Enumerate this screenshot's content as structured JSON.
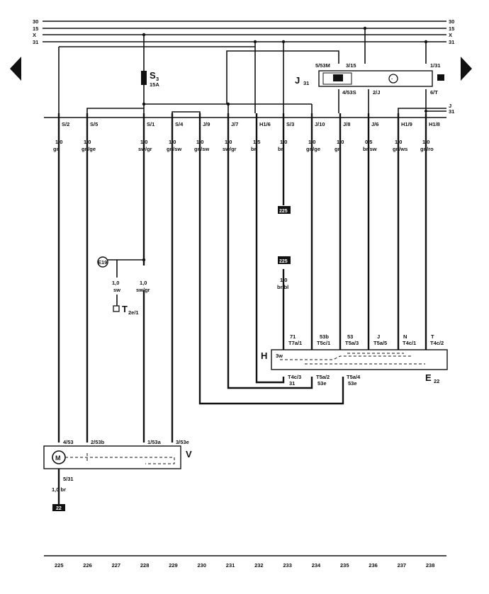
{
  "rails": [
    {
      "left": "30",
      "right": "30"
    },
    {
      "left": "15",
      "right": "15"
    },
    {
      "left": "X",
      "right": "X"
    },
    {
      "left": "31",
      "right": "31"
    }
  ],
  "fuse": {
    "name": "S",
    "number": "3",
    "rating": "15A"
  },
  "relay": {
    "name": "J",
    "number": "31",
    "pins": [
      "5/53M",
      "3/15",
      "1/31",
      "4/53S",
      "2/J",
      "6/T"
    ]
  },
  "right_rail_labels": [
    "J",
    "31"
  ],
  "connector_labels": [
    "S/2",
    "S/5",
    "S/1",
    "S/4",
    "J/9",
    "J/7",
    "H1/6",
    "S/3",
    "J/10",
    "J/8",
    "J/6",
    "H1/9",
    "H1/8"
  ],
  "wire_specs": [
    {
      "size": "1,0",
      "color": "gn"
    },
    {
      "size": "1,0",
      "color": "gn/ge"
    },
    {
      "size": "1,0",
      "color": "sw/gr"
    },
    {
      "size": "1,0",
      "color": "gn/sw"
    },
    {
      "size": "1,0",
      "color": "gn/sw"
    },
    {
      "size": "1,0",
      "color": "sw/gr"
    },
    {
      "size": "1,5",
      "color": "br"
    },
    {
      "size": "1,0",
      "color": "br"
    },
    {
      "size": "1,0",
      "color": "gn/ge"
    },
    {
      "size": "1,0",
      "color": "gn"
    },
    {
      "size": "0,5",
      "color": "br/sw"
    },
    {
      "size": "1,0",
      "color": "gn/ws"
    },
    {
      "size": "1,0",
      "color": "gn/ro"
    }
  ],
  "refs": {
    "upper": "225",
    "lower": "225"
  },
  "ground_e19": "E19",
  "left_branch": {
    "size": "1,0",
    "color": "sw",
    "connector_name": "T",
    "connector_sub": "2e/1"
  },
  "mid_branch": {
    "size": "1,0",
    "color": "sw/gr"
  },
  "refwire": {
    "size": "1,0",
    "color": "br/bl"
  },
  "switch": {
    "name": "H",
    "component": "E",
    "component_num": "22",
    "top_pins": [
      {
        "code": "71",
        "pin": "T7a/1"
      },
      {
        "code": "53b",
        "pin": "T5c/1"
      },
      {
        "code": "53",
        "pin": "T5a/3"
      },
      {
        "code": "J",
        "pin": "T5a/5"
      },
      {
        "code": "N",
        "pin": "T4c/1"
      },
      {
        "code": "T",
        "pin": "T4c/2"
      }
    ],
    "bottom_pins": [
      {
        "pin": "T4c/3",
        "code": "31"
      },
      {
        "pin": "T5a/2",
        "code": "53e"
      },
      {
        "pin": "T5a/4",
        "code": "53e"
      }
    ],
    "inner_text": "3w"
  },
  "motor": {
    "name": "V",
    "pins": [
      "4/53",
      "2/53b",
      "1/53a",
      "3/53e"
    ],
    "ground_pin": "5/31",
    "ground_wire": "1,0 br",
    "symbol": "M"
  },
  "ground_bottom": "22",
  "bottom_numbers": [
    "225",
    "226",
    "227",
    "228",
    "229",
    "230",
    "231",
    "232",
    "233",
    "234",
    "235",
    "236",
    "237",
    "238"
  ],
  "nav": {
    "left": "previous-arrow",
    "right": "next-arrow"
  }
}
